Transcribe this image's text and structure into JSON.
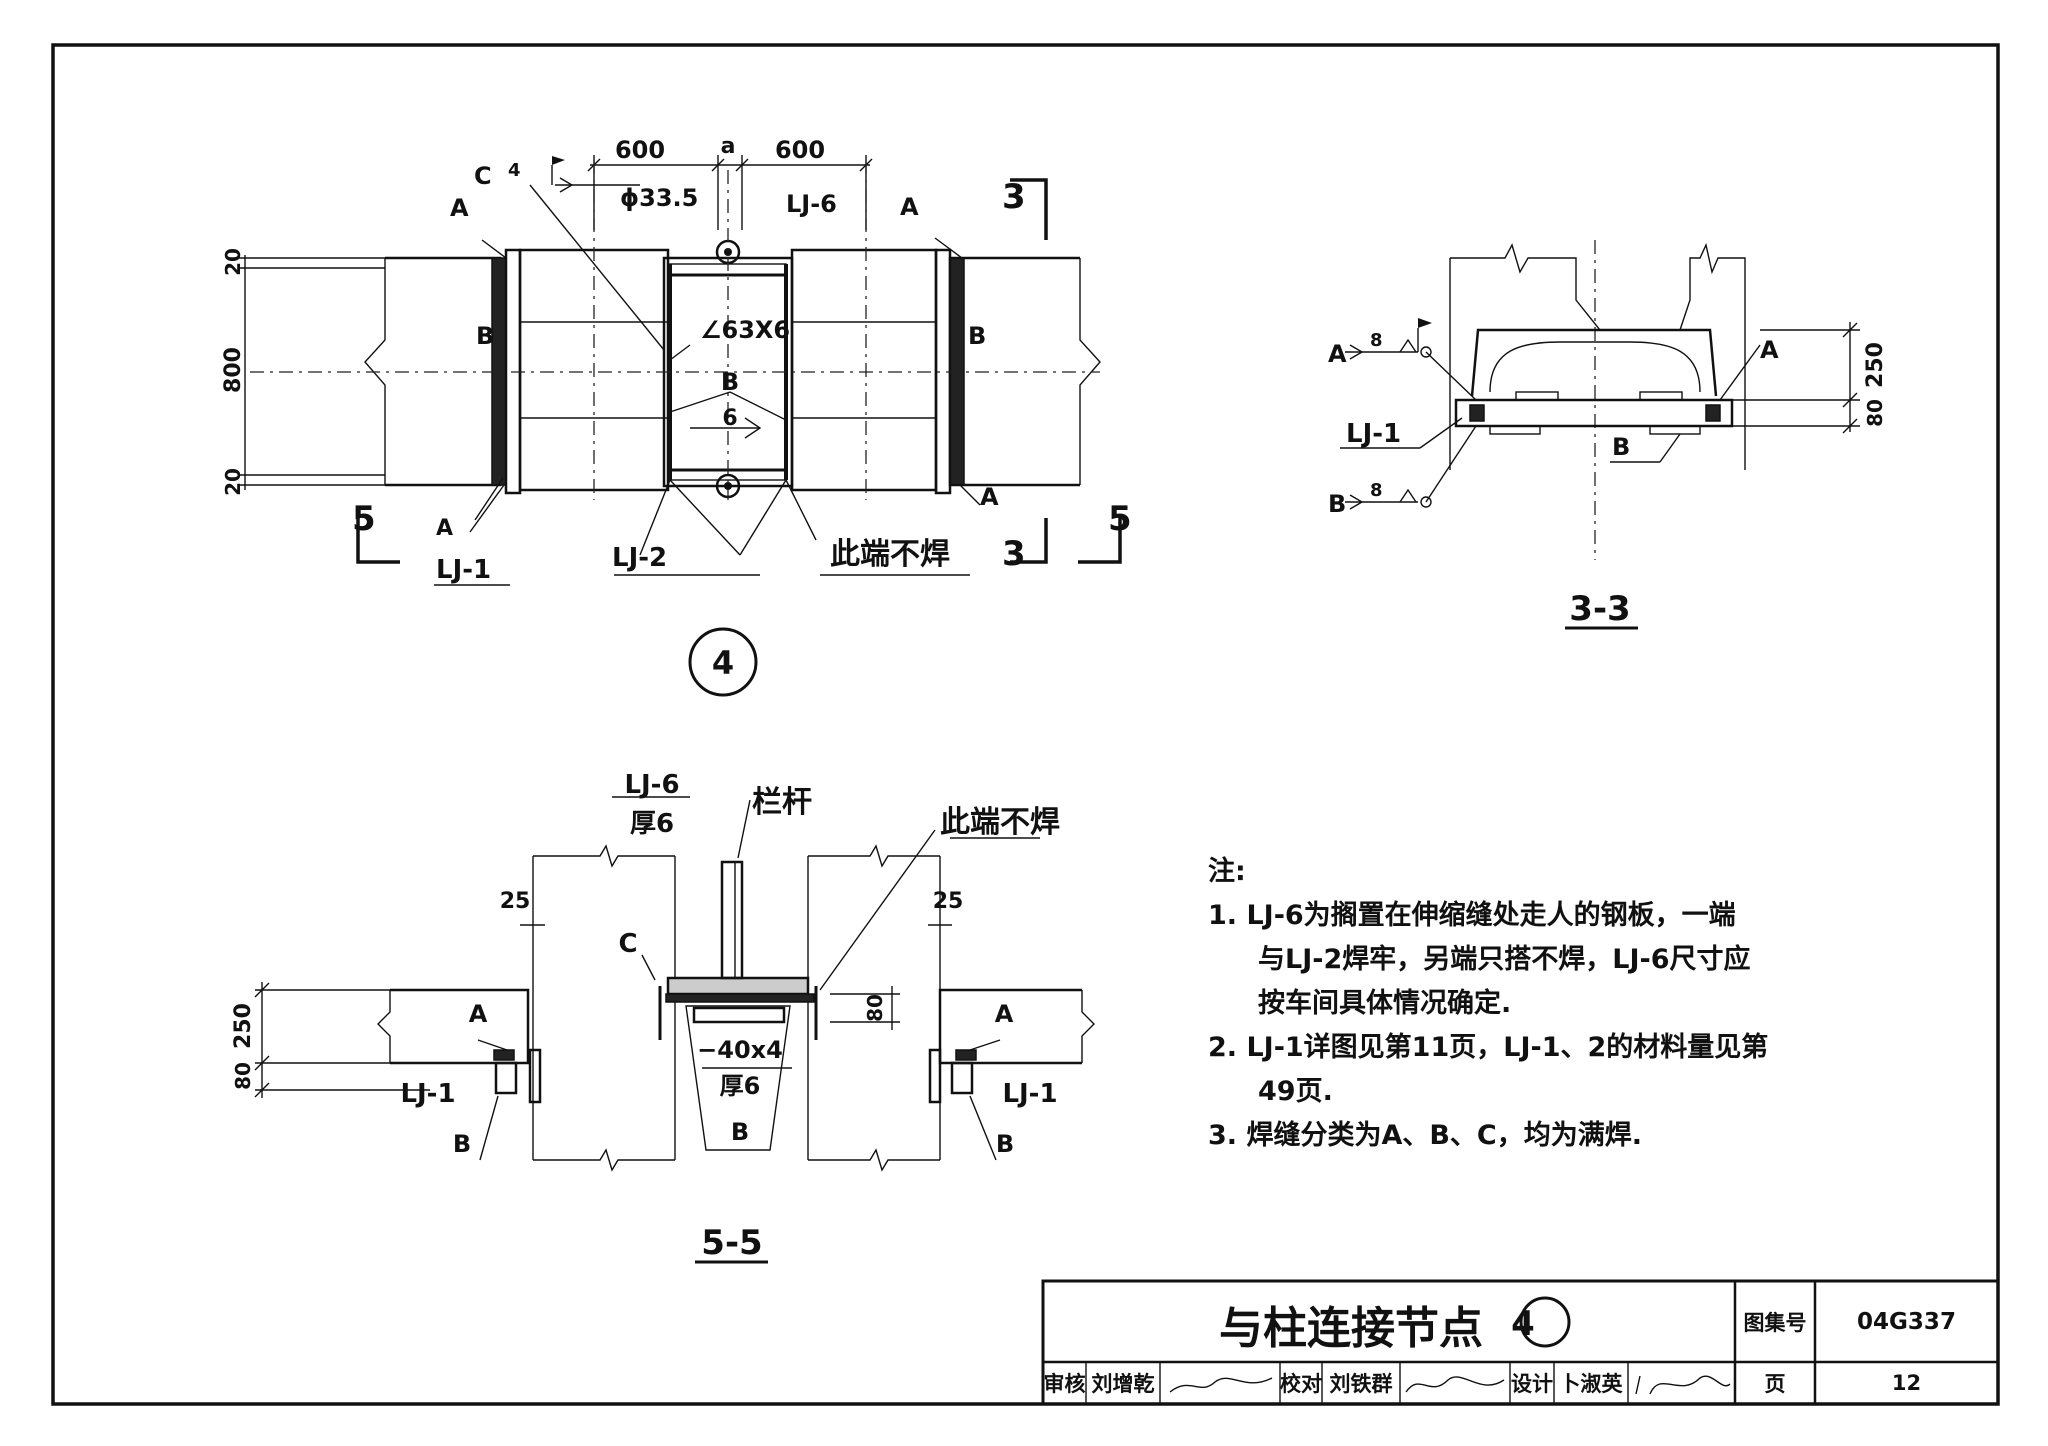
{
  "detail4": {
    "dim_600_left": "600",
    "dim_a": "a",
    "dim_600_right": "600",
    "dim_20_top": "20",
    "dim_800": "800",
    "dim_20_bottom": "20",
    "pipe": "ϕ33.5",
    "lj6": "LJ-6",
    "angle": "∠63X6",
    "weld_c": "C",
    "weld_c_size": "4",
    "weld_6": "6",
    "label_a": "A",
    "label_b": "B",
    "lj1": "LJ-1",
    "lj2": "LJ-2",
    "no_weld": "此端不焊",
    "sec3": "3",
    "sec5": "5",
    "detail_no": "4"
  },
  "section33": {
    "title": "3-3",
    "dim_250": "250",
    "dim_80": "80",
    "weld_a": "A",
    "weld_b": "B",
    "weld_size": "8",
    "lj1": "LJ-1",
    "label_a": "A",
    "label_b": "B"
  },
  "section55": {
    "title": "5-5",
    "lj6": "LJ-6",
    "thick6": "厚6",
    "railing": "栏杆",
    "no_weld": "此端不焊",
    "dim_25": "25",
    "dim_250": "250",
    "dim_80": "80",
    "label_c": "C",
    "label_a": "A",
    "label_b": "B",
    "lj1": "LJ-1",
    "plate": "−40x4",
    "thick6b": "厚6"
  },
  "notes": {
    "heading": "注:",
    "items": [
      "1. LJ-6为搁置在伸缩缝处走人的钢板，一端",
      "与LJ-2焊牢，另端只搭不焊，LJ-6尺寸应",
      "按车间具体情况确定.",
      "2. LJ-1详图见第11页，LJ-1、2的材料量见第",
      "49页.",
      "3. 焊缝分类为A、B、C，均为满焊."
    ]
  },
  "title_block": {
    "title": "与柱连接节点",
    "title_no": "4",
    "atlas_label": "图集号",
    "atlas_no": "04G337",
    "review_label": "审核",
    "review_name": "刘增乾",
    "check_label": "校对",
    "check_name": "刘铁群",
    "design_label": "设计",
    "design_name": "卜淑英",
    "page_label": "页",
    "page_no": "12"
  }
}
